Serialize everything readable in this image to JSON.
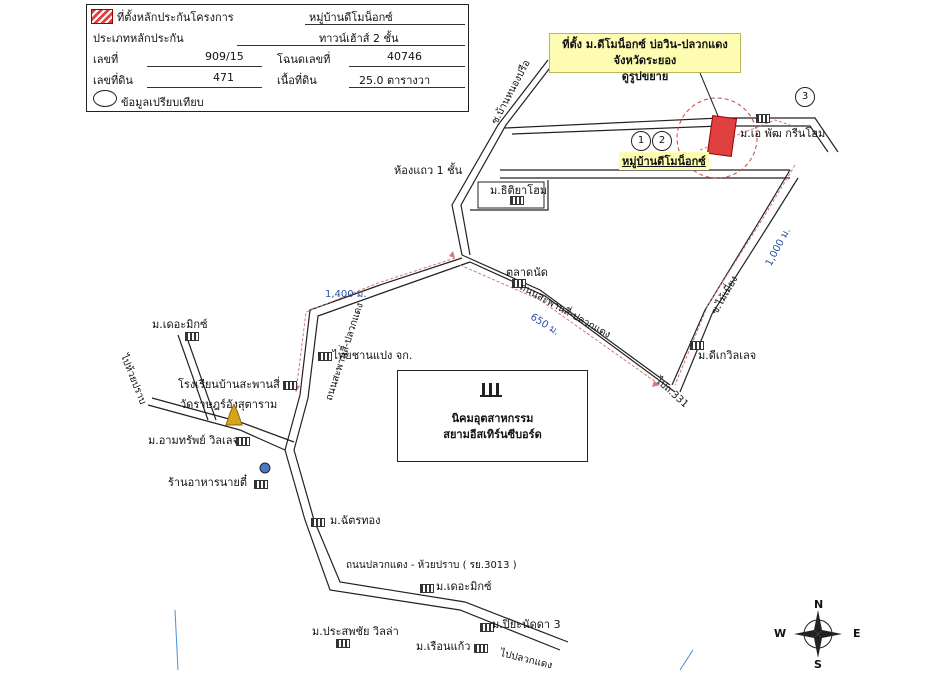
{
  "legend": {
    "site_label": "ที่ตั้งหลักประกันโครงการ",
    "site_value": "หมู่บ้านดีโมน็อกซ์",
    "type_label": "ประเภทหลักประกัน",
    "type_value": "ทาวน์เฮ้าส์ 2 ชั้น",
    "no_label": "เลขที่",
    "no_value": "909/15",
    "deed_label": "โฉนดเลขที่",
    "deed_value": "40746",
    "land_no_label": "เลขที่ดิน",
    "land_no_value": "471",
    "area_label": "เนื้อที่ดิน",
    "area_value": "25.0 ตารางวา",
    "compare_label": "ข้อมูลเปรียบเทียบ"
  },
  "callout": {
    "line1": "ที่ตั้ง ม.ดีโมน็อกซ์ บ่อวิน-ปลวกแดง จังหวัดระยอง",
    "line2": "ดูรูปขยาย"
  },
  "project_label": "หมู่บ้านดีโมน็อกซ์",
  "markers": {
    "m1": "1",
    "m2": "2",
    "m3": "3"
  },
  "places": {
    "ao_pattana": "ม.เอ พัฒ กรีนโฮม",
    "row_house": "ห้องแถว 1 ชั้น",
    "sitiya": "ม.ธิติยาโฮม",
    "market": "ตลาดนัด",
    "d_amix_top": "ม.เดอะมิกซ์",
    "thai_chan": "บ.ไทยชานแปง จก.",
    "school": "โรงเรียนบ้านสะพานสี่",
    "temple": "วัดราษฎร์อังสุตาราม",
    "arun": "ม.อามทรัพย์ วิลเลจ",
    "restaurant": "ร้านอาหารนายตี๋",
    "chatthong": "ม.ฉัตรทอง",
    "d_amix_bottom": "ม.เดอะมิกซ์",
    "piya": "ม.ปิยะนัดดา 3",
    "prasert": "ม.ประสพชัย วิลล่า",
    "ruenkaew": "ม.เรือนแก้ว",
    "di_village": "ม.ดีเกวิลเลจ"
  },
  "roads": {
    "ban_nong_phrue": "ซ.บ้านหนองปรือ",
    "saphan_plauk": "ถนนสะพานสี่-ปลวกแดง",
    "saphan_plauk_2": "ถนนสะพานสี่-ปลวกแดง",
    "plauk_huai": "ถนนปลวกแดง - ห้วยปราบ ( รย.3013 )",
    "to_huai": "ไปห้วยปราบ",
    "to_plauk": "ไปปลวกแดง",
    "to_331": "ไปถ.331",
    "soi_maimai": "ซ.ไม้เมี่ยง"
  },
  "distances": {
    "d1": "1,400 ม.",
    "d2": "650 ม.",
    "d3": "1,000 ม."
  },
  "estate": {
    "line1": "นิคมอุตสาหกรรม",
    "line2": "สยามอีสเทิร์นซีบอร์ด"
  },
  "compass": {
    "n": "N",
    "s": "S",
    "e": "E",
    "w": "W"
  },
  "colors": {
    "road": "#222222",
    "route": "#d77777",
    "site": "#e04040",
    "callout": "#fdfcb0"
  }
}
